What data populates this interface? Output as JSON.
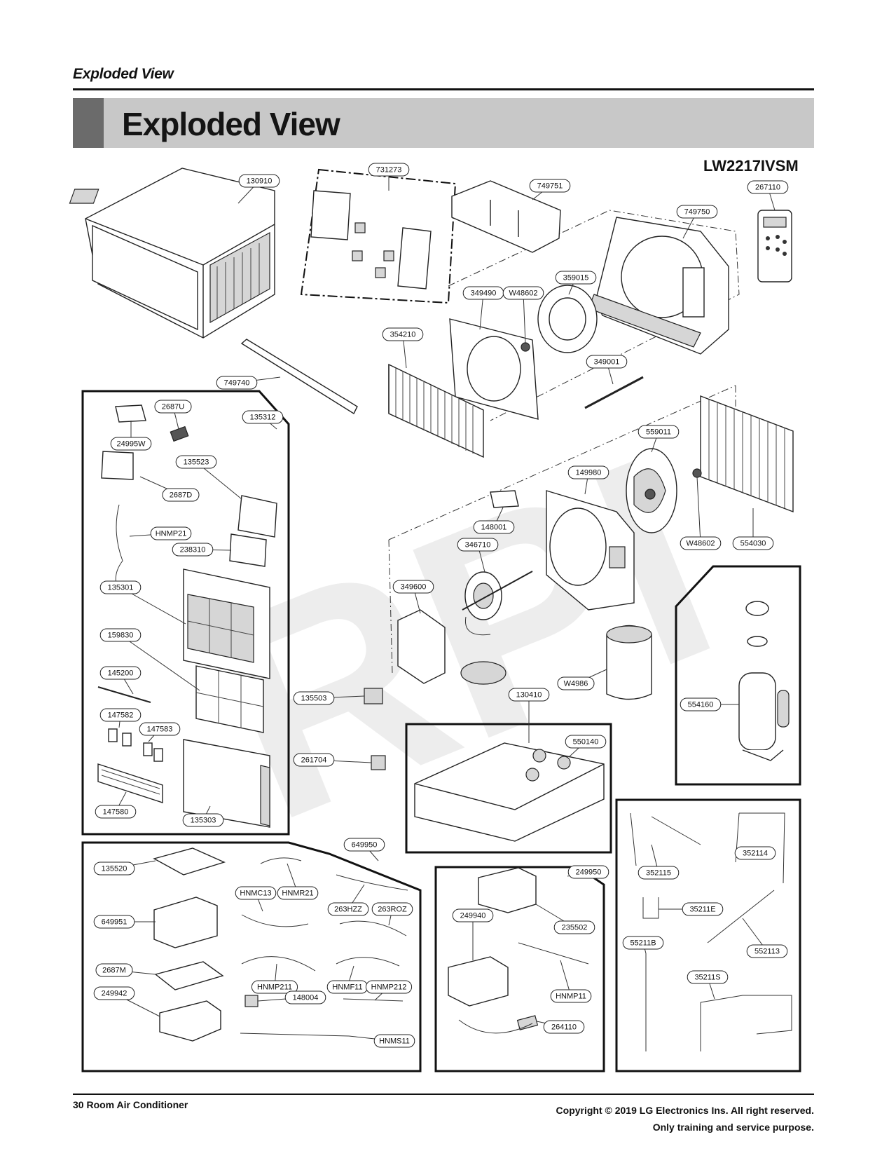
{
  "header": {
    "section_label": "Exploded View",
    "title": "Exploded View",
    "model": "LW2217IVSM"
  },
  "watermark": "RPI",
  "callouts": [
    {
      "id": "c-130910",
      "label": "130910"
    },
    {
      "id": "c-731273",
      "label": "731273"
    },
    {
      "id": "c-749751",
      "label": "749751"
    },
    {
      "id": "c-749750",
      "label": "749750"
    },
    {
      "id": "c-267110",
      "label": "267110"
    },
    {
      "id": "c-349490",
      "label": "349490"
    },
    {
      "id": "c-W48602a",
      "label": "W48602"
    },
    {
      "id": "c-359015",
      "label": "359015"
    },
    {
      "id": "c-354210",
      "label": "354210"
    },
    {
      "id": "c-349001",
      "label": "349001"
    },
    {
      "id": "c-749740",
      "label": "749740"
    },
    {
      "id": "c-2687U",
      "label": "2687U"
    },
    {
      "id": "c-135312",
      "label": "135312"
    },
    {
      "id": "c-24995W",
      "label": "24995W"
    },
    {
      "id": "c-135523",
      "label": "135523"
    },
    {
      "id": "c-2687D",
      "label": "2687D"
    },
    {
      "id": "c-HNMP21",
      "label": "HNMP21"
    },
    {
      "id": "c-238310",
      "label": "238310"
    },
    {
      "id": "c-135301",
      "label": "135301"
    },
    {
      "id": "c-159830",
      "label": "159830"
    },
    {
      "id": "c-145200",
      "label": "145200"
    },
    {
      "id": "c-147582",
      "label": "147582"
    },
    {
      "id": "c-147583",
      "label": "147583"
    },
    {
      "id": "c-147580",
      "label": "147580"
    },
    {
      "id": "c-135303",
      "label": "135303"
    },
    {
      "id": "c-559011",
      "label": "559011"
    },
    {
      "id": "c-149980",
      "label": "149980"
    },
    {
      "id": "c-148001",
      "label": "148001"
    },
    {
      "id": "c-346710",
      "label": "346710"
    },
    {
      "id": "c-349600",
      "label": "349600"
    },
    {
      "id": "c-W48602b",
      "label": "W48602"
    },
    {
      "id": "c-554030",
      "label": "554030"
    },
    {
      "id": "c-W4986",
      "label": "W4986"
    },
    {
      "id": "c-135503",
      "label": "135503"
    },
    {
      "id": "c-130410",
      "label": "130410"
    },
    {
      "id": "c-550140",
      "label": "550140"
    },
    {
      "id": "c-261704",
      "label": "261704"
    },
    {
      "id": "c-554160",
      "label": "554160"
    },
    {
      "id": "c-649950",
      "label": "649950"
    },
    {
      "id": "c-135520",
      "label": "135520"
    },
    {
      "id": "c-HNMC13",
      "label": "HNMC13"
    },
    {
      "id": "c-HNMR21",
      "label": "HNMR21"
    },
    {
      "id": "c-263HZZ",
      "label": "263HZZ"
    },
    {
      "id": "c-263ROZ",
      "label": "263ROZ"
    },
    {
      "id": "c-649951",
      "label": "649951"
    },
    {
      "id": "c-2687M",
      "label": "2687M"
    },
    {
      "id": "c-HNMP211",
      "label": "HNMP211"
    },
    {
      "id": "c-HNMF11",
      "label": "HNMF11"
    },
    {
      "id": "c-HNMP212",
      "label": "HNMP212"
    },
    {
      "id": "c-249942",
      "label": "249942"
    },
    {
      "id": "c-148004",
      "label": "148004"
    },
    {
      "id": "c-HNMS11",
      "label": "HNMS11"
    },
    {
      "id": "c-249950",
      "label": "249950"
    },
    {
      "id": "c-249940",
      "label": "249940"
    },
    {
      "id": "c-235502",
      "label": "235502"
    },
    {
      "id": "c-HNMP11",
      "label": "HNMP11"
    },
    {
      "id": "c-264110",
      "label": "264110"
    },
    {
      "id": "c-352115",
      "label": "352115"
    },
    {
      "id": "c-352114",
      "label": "352114"
    },
    {
      "id": "c-35211E",
      "label": "35211E"
    },
    {
      "id": "c-55211B",
      "label": "55211B"
    },
    {
      "id": "c-552113",
      "label": "552113"
    },
    {
      "id": "c-35211S",
      "label": "35211S"
    }
  ],
  "footer": {
    "page": "30 Room Air Conditioner",
    "copyright": "Copyright © 2019 LG Electronics Ins. All right reserved.",
    "note": "Only training and service purpose."
  }
}
